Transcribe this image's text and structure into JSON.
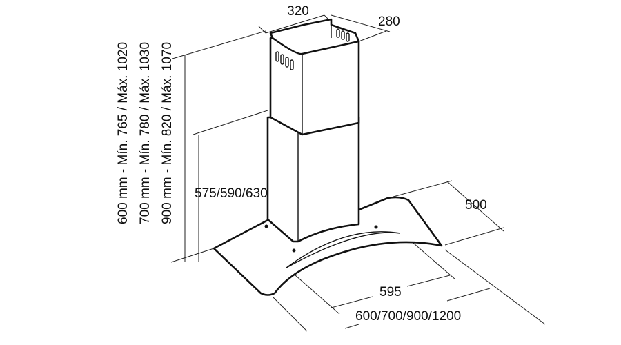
{
  "dimensions": {
    "chimney_width": "320",
    "chimney_depth": "280",
    "height_lines": [
      "600 mm - Mín. 765 / Máx. 1020",
      "700 mm - Mín. 780 / Máx. 1030",
      "900 mm - Mín. 820 / Máx. 1070"
    ],
    "canopy_height": "575/590/630",
    "depth": "500",
    "inner_width": "595",
    "widths": "600/700/900/1200"
  }
}
